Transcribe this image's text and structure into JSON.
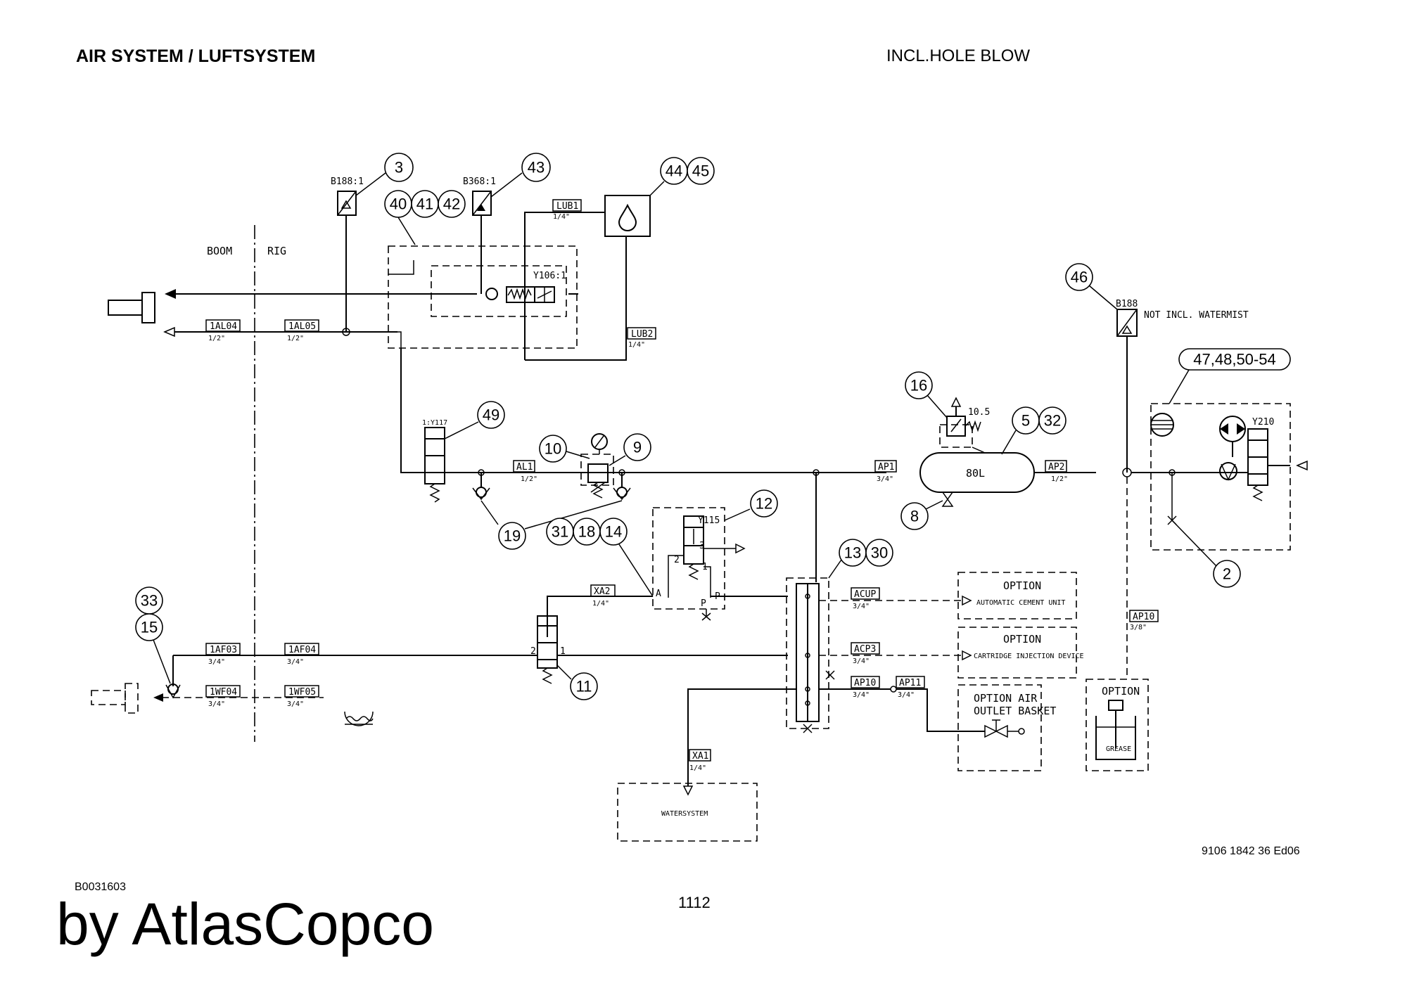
{
  "header": {
    "title": "AIR SYSTEM / LUFTSYSTEM",
    "subtitle": "INCL.HOLE BLOW"
  },
  "footer": {
    "drawing_number": "9106 1842 36 Ed06",
    "document_id": "B0031603",
    "page_number": "1112",
    "brand": "by AtlasCopco"
  },
  "diagram": {
    "zones": {
      "boom": "BOOM",
      "rig": "RIG"
    },
    "balloons": {
      "b3": "3",
      "b43": "43",
      "b44": "44",
      "b45": "45",
      "b40": "40",
      "b41": "41",
      "b42": "42",
      "b46": "46",
      "b47": "47,48,50-54",
      "b16": "16",
      "b5": "5",
      "b32": "32",
      "b49": "49",
      "b10": "10",
      "b9": "9",
      "b8": "8",
      "b12": "12",
      "b19": "19",
      "b31": "31",
      "b18": "18",
      "b14": "14",
      "b13": "13",
      "b30": "30",
      "b2": "2",
      "b33": "33",
      "b15": "15",
      "b11": "11"
    },
    "component_labels": {
      "b188_1": "B188:1",
      "b368_1": "B368:1",
      "b188": "B188",
      "y106_1": "Y106:1",
      "y117": "1:Y117",
      "y115": "Y115",
      "y210": "Y210",
      "not_watermist": "NOT INCL. WATERMIST",
      "relief_setting": "10.5",
      "tank": "80L",
      "port_2": "2",
      "port_3": "3",
      "port_1": "1",
      "port_a": "A",
      "port_p": "P",
      "port_p2": "P",
      "v11_2": "2",
      "v11_1": "1"
    },
    "hoses": {
      "lub1": "LUB1",
      "lub1_size": "1/4\"",
      "lub2": "LUB2",
      "lub2_size": "1/4\"",
      "al04": "1AL04",
      "al04_size": "1/2\"",
      "al05": "1AL05",
      "al05_size": "1/2\"",
      "al1": "AL1",
      "al1_size": "1/2\"",
      "ap1": "AP1",
      "ap1_size": "3/4\"",
      "ap2": "AP2",
      "ap2_size": "1/2\"",
      "xa2": "XA2",
      "xa2_size": "1/4\"",
      "acup": "ACUP",
      "acup_size": "3/4\"",
      "acp3": "ACP3",
      "acp3_size": "3/4\"",
      "ap10": "AP10",
      "ap10_size": "3/4\"",
      "ap11": "AP11",
      "ap11_size": "3/4\"",
      "ap10b": "AP10",
      "ap10b_size": "3/8\"",
      "af03": "1AF03",
      "af03_size": "3/4\"",
      "af04": "1AF04",
      "af04_size": "3/4\"",
      "wf04": "1WF04",
      "wf04_size": "3/4\"",
      "wf05": "1WF05",
      "wf05_size": "3/4\"",
      "xa1": "XA1",
      "xa1_size": "1/4\""
    },
    "options": {
      "cement_title": "OPTION",
      "cement_label": "AUTOMATIC CEMENT UNIT",
      "cartridge_title": "OPTION",
      "cartridge_label": "CARTRIDGE INJECTION DEVICE",
      "basket_line1": "OPTION AIR",
      "basket_line2": "OUTLET BASKET",
      "grease_title": "OPTION",
      "grease_label": "GREASE",
      "watersystem": "WATERSYSTEM"
    }
  }
}
